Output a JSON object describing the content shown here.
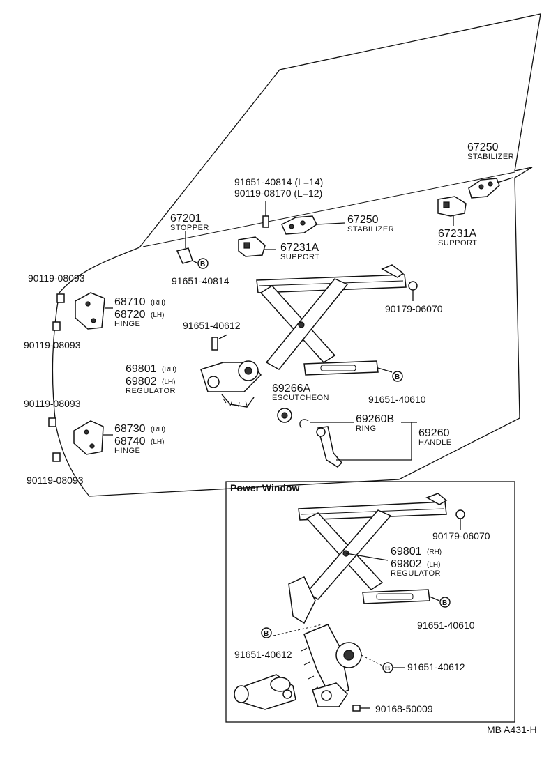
{
  "labels": {
    "p_91651_40814_l14": "91651-40814 (L=14)",
    "p_90119_08170_l12": "90119-08170 (L=12)",
    "p_67201": "67201",
    "stopper": "STOPPER",
    "p_67250_top": "67250",
    "stabilizer_top": "STABILIZER",
    "p_67250_mid": "67250",
    "stabilizer_mid": "STABILIZER",
    "p_67231a_mid": "67231A",
    "support_mid": "SUPPORT",
    "p_67231a_right": "67231A",
    "support_right": "SUPPORT",
    "p_91651_40814": "91651-40814",
    "p_90119_08093_a": "90119-08093",
    "p_90119_08093_b": "90119-08093",
    "p_90119_08093_c": "90119-08093",
    "p_90119_08093_d": "90119-08093",
    "p_68710": "68710",
    "rh_1": "(RH)",
    "p_68720": "68720",
    "lh_1": "(LH)",
    "hinge_1": "HINGE",
    "p_68730": "68730",
    "rh_2": "(RH)",
    "p_68740": "68740",
    "lh_2": "(LH)",
    "hinge_2": "HINGE",
    "p_90179_06070": "90179-06070",
    "p_91651_40612": "91651-40612",
    "p_69801": "69801",
    "rh_3": "(RH)",
    "p_69802": "69802",
    "lh_3": "(LH)",
    "regulator": "REGULATOR",
    "p_69266a": "69266A",
    "escutcheon": "ESCUTCHEON",
    "p_91651_40610": "91651-40610",
    "p_69260b": "69260B",
    "ring": "RING",
    "p_69260": "69260",
    "handle": "HANDLE",
    "power_window": "Power Window",
    "pw_90179_06070": "90179-06070",
    "pw_69801": "69801",
    "rh_4": "(RH)",
    "pw_69802": "69802",
    "lh_4": "(LH)",
    "pw_regulator": "REGULATOR",
    "pw_91651_40610": "91651-40610",
    "pw_91651_40612_left": "91651-40612",
    "pw_91651_40612_right": "91651-40612",
    "pw_90168_50009": "90168-50009",
    "b_mark": "B",
    "footer_code": "MB  A431-H"
  }
}
